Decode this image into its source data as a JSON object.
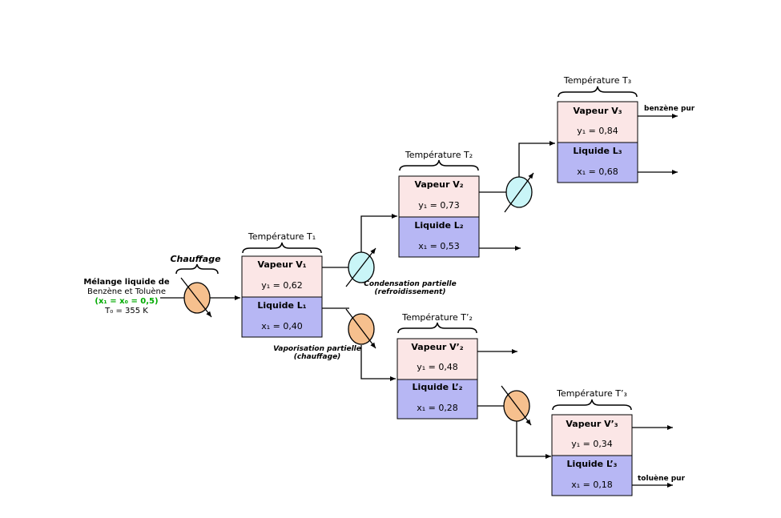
{
  "feed": {
    "title": "Mélange liquide de",
    "line2": "Benzène et Toluène",
    "composition": "(x₁ = x₀ = 0,5)",
    "composition_color": "#00aa00",
    "temperature": "T₀ = 355 K"
  },
  "labels": {
    "chauffage": "Chauffage",
    "condensation_1": "Condensation partielle",
    "condensation_2": "(refroidissement)",
    "vaporisation_1": "Vaporisation partielle",
    "vaporisation_2": "(chauffage)",
    "benzene_pur": "benzène pur",
    "toluene_pur": "toluène pur"
  },
  "stages": {
    "s1": {
      "temp": "Température T₁",
      "vapor": "Vapeur V₁",
      "y": "y₁ = 0,62",
      "liquid": "Liquide L₁",
      "x": "x₁ = 0,40"
    },
    "s2": {
      "temp": "Température T₂",
      "vapor": "Vapeur V₂",
      "y": "y₁ = 0,73",
      "liquid": "Liquide L₂",
      "x": "x₁ = 0,53"
    },
    "s3": {
      "temp": "Température T₃",
      "vapor": "Vapeur V₃",
      "y": "y₁ = 0,84",
      "liquid": "Liquide L₃",
      "x": "x₁ = 0,68"
    },
    "s2p": {
      "temp": "Température T’₂",
      "vapor": "Vapeur V’₂",
      "y": "y₁ = 0,48",
      "liquid": "Liquide L’₂",
      "x": "x₁ = 0,28"
    },
    "s3p": {
      "temp": "Température T’₃",
      "vapor": "Vapeur V’₃",
      "y": "y₁ = 0,34",
      "liquid": "Liquide L’₃",
      "x": "x₁ = 0,18"
    }
  },
  "colors": {
    "vapor_fill": "#fbe6e6",
    "liquid_fill": "#b7b7f4",
    "heater_fill": "#f6c08e",
    "cooler_fill": "#c9f5f7"
  }
}
